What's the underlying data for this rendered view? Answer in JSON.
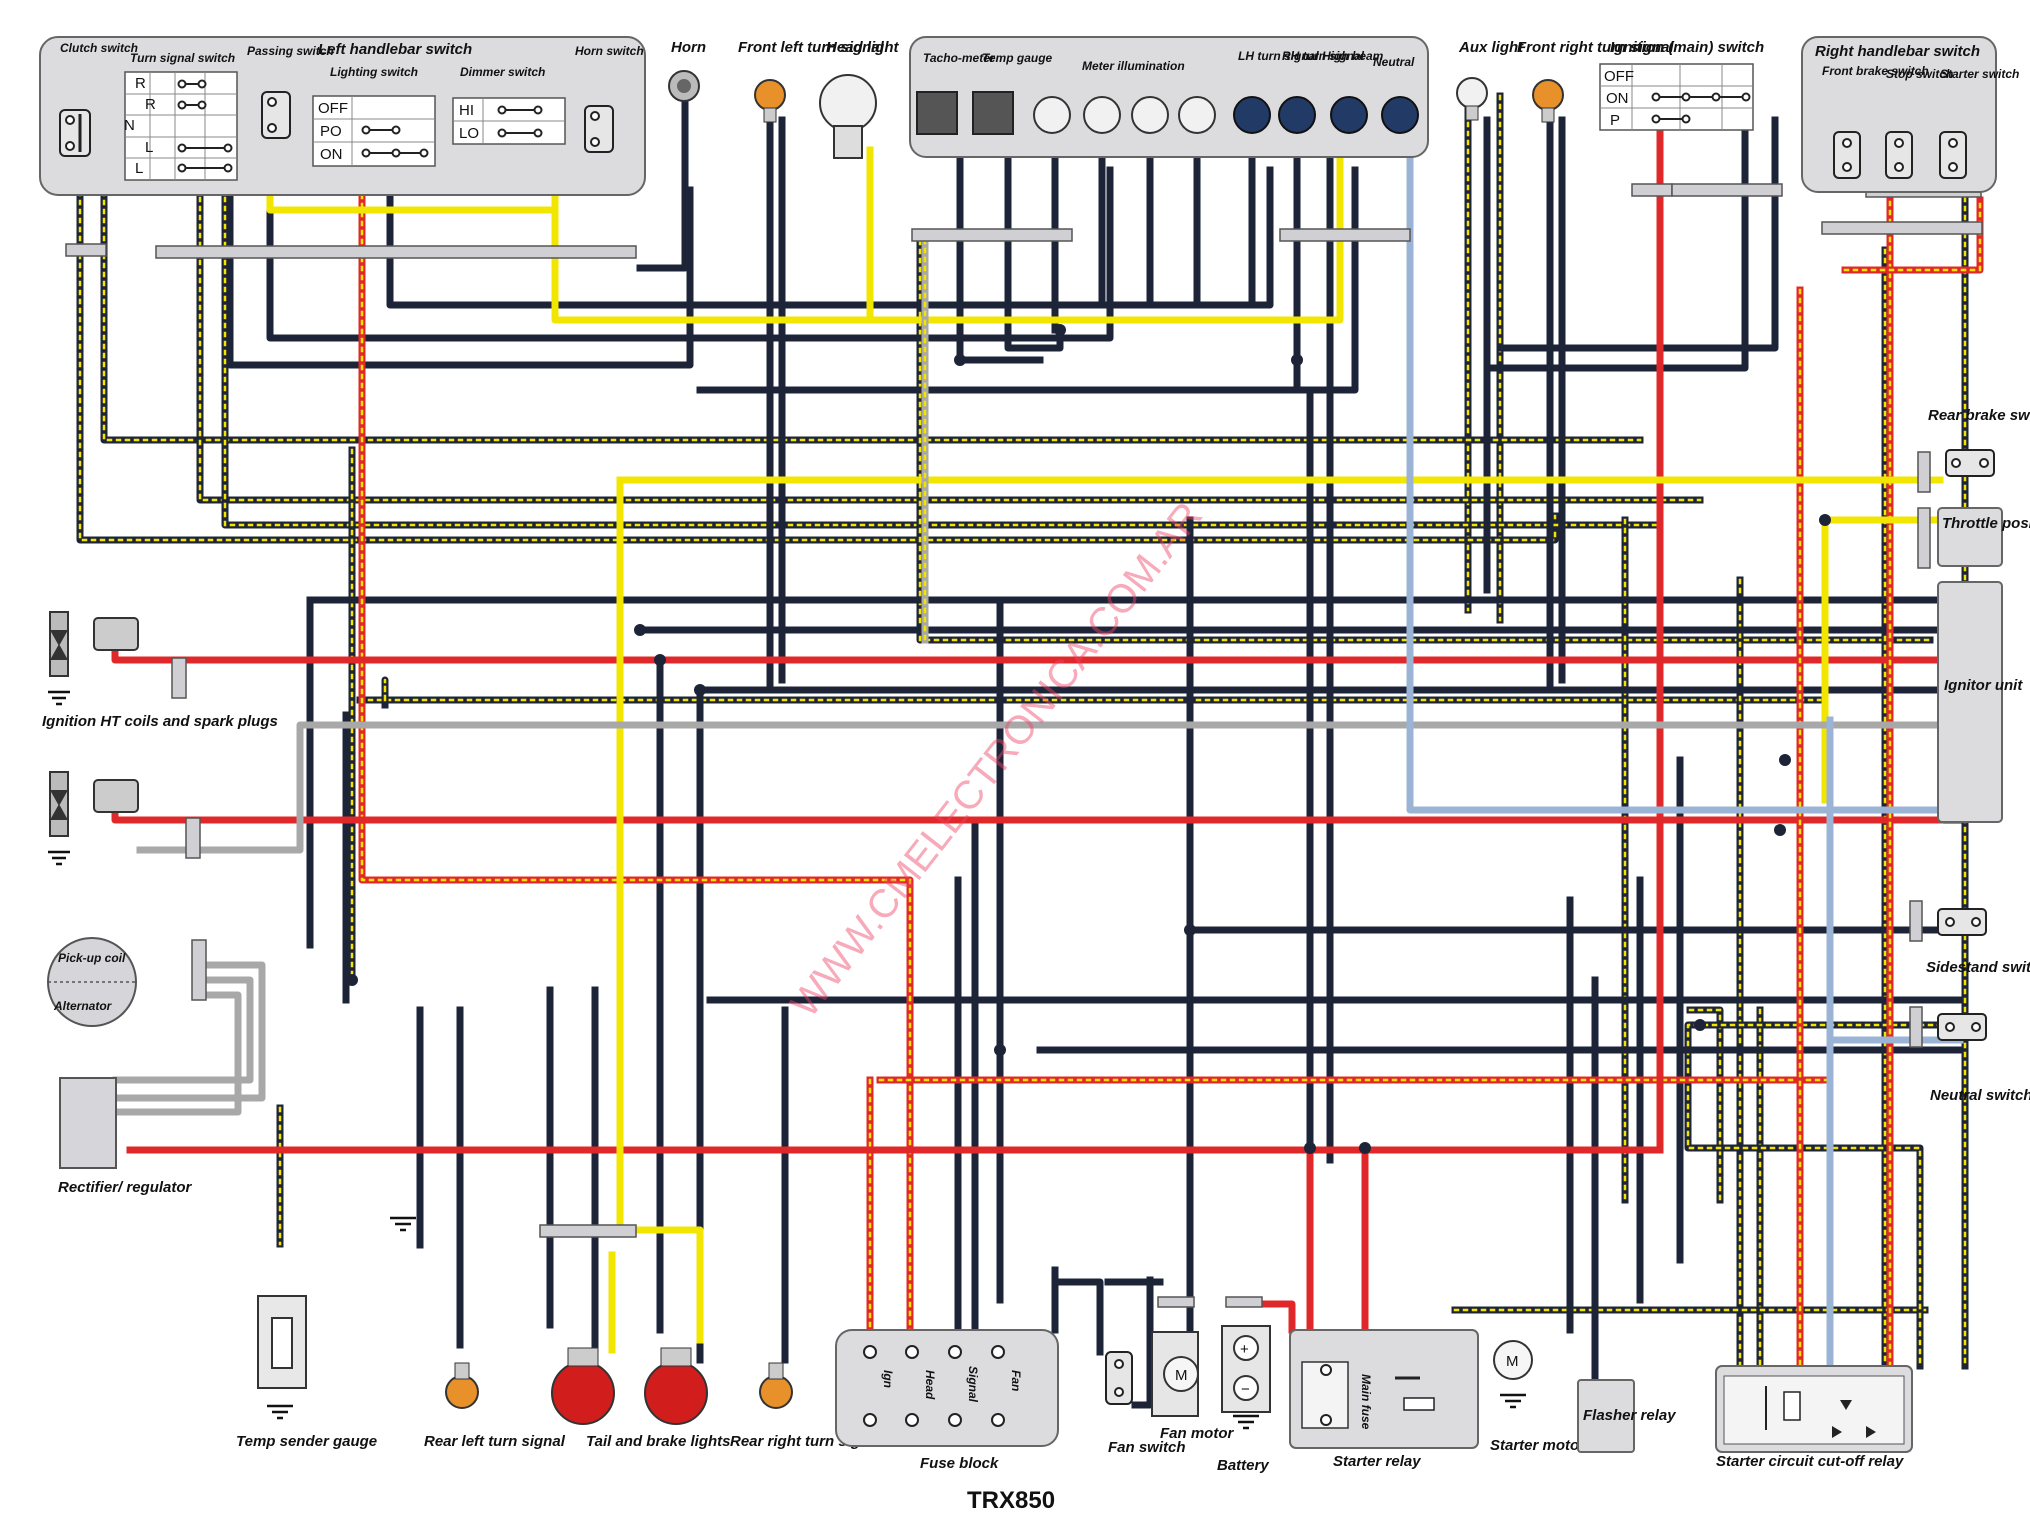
{
  "title": "TRX850",
  "watermark": "WWW.CMELECTRONICA.COM.AR",
  "colors": {
    "black": "#1e2438",
    "red": "#e0282a",
    "yellow": "#f2e600",
    "grey": "#a8a8a8",
    "lightblue": "#9bb4d6",
    "panel": "#dcdcde",
    "lamp_white": "#f1f1f1",
    "lamp_amber": "#e8902a",
    "lamp_blue": "#223a66",
    "lamp_red": "#d21d1d"
  },
  "left_handlebar": {
    "title": "Left handlebar switch",
    "clutch": "Clutch switch",
    "turn_signal": "Turn signal switch",
    "passing": "Passing switch",
    "lighting": "Lighting switch",
    "dimmer": "Dimmer switch",
    "horn_switch": "Horn switch",
    "turn_positions": [
      "R",
      "R",
      "N",
      "L",
      "L"
    ],
    "lighting_positions": [
      "OFF",
      "PO",
      "ON"
    ],
    "dimmer_positions": [
      "HI",
      "LO"
    ]
  },
  "top": {
    "horn": "Horn",
    "front_left": "Front left turn signal",
    "headlight": "Head light",
    "aux_light": "Aux light",
    "front_right": "Front right turn signal"
  },
  "meter_panel": {
    "tachometer": "Tacho-meter",
    "temp_gauge": "Temp gauge",
    "meter_illumination": "Meter illumination",
    "lh_turn": "LH turn signal",
    "rh_turn": "RH turn signal",
    "high_beam": "High beam",
    "neutral": "Neutral"
  },
  "ignition_switch": {
    "title": "Ignition (main) switch",
    "positions": [
      "OFF",
      "ON",
      "P"
    ]
  },
  "right_handlebar": {
    "title": "Right handlebar switch",
    "front_brake": "Front brake switch",
    "stop": "Stop switch",
    "starter": "Starter switch"
  },
  "right_side": {
    "rear_brake": "Rear brake switch",
    "throttle": "Throttle position sensor",
    "ignitor": "Ignitor unit",
    "sidestand": "Sidestand switch",
    "neutral_switch": "Neutral switch"
  },
  "left_side": {
    "ht_coils": "Ignition HT coils and spark plugs",
    "pickup": "Pick-up coil",
    "alternator": "Alternator",
    "rectifier": "Rectifier/ regulator"
  },
  "bottom": {
    "temp_sender": "Temp sender gauge",
    "rear_left": "Rear left turn signal",
    "tail_brake": "Tail and brake lights",
    "rear_right": "Rear right turn signal",
    "fuse_block": "Fuse block",
    "fuses": [
      "Ign",
      "Head",
      "Signal",
      "Fan"
    ],
    "fan_switch": "Fan switch",
    "fan_motor": "Fan motor",
    "battery": "Battery",
    "starter_relay": "Starter relay",
    "main_fuse": "Main fuse",
    "starter_motor": "Starter motor",
    "flasher": "Flasher relay",
    "cutoff_relay": "Starter circuit cut-off relay"
  }
}
